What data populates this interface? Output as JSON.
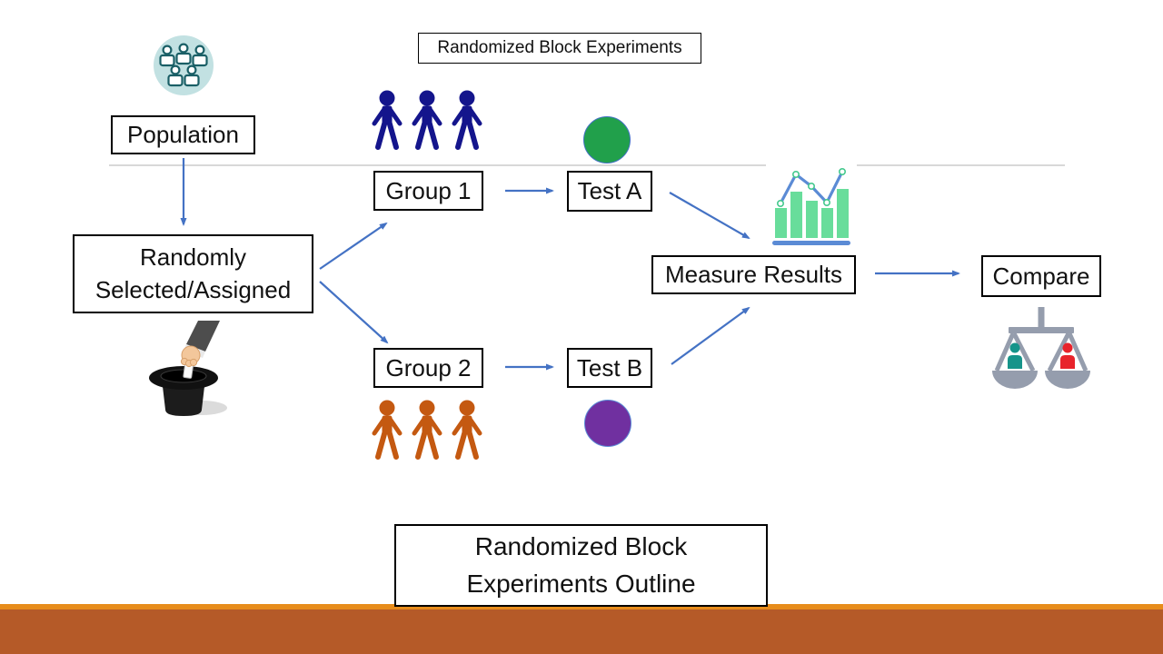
{
  "header": {
    "title": "Randomized Block Experiments"
  },
  "nodes": {
    "population": {
      "label": "Population"
    },
    "randomly": {
      "lines": [
        "Randomly",
        "Selected/Assigned"
      ]
    },
    "group1": {
      "label": "Group 1"
    },
    "group2": {
      "label": "Group 2"
    },
    "test_a": {
      "label": "Test A"
    },
    "test_b": {
      "label": "Test B"
    },
    "measure": {
      "label": "Measure Results"
    },
    "compare": {
      "label": "Compare"
    }
  },
  "footer": {
    "lines": [
      "Randomized Block",
      "Experiments Outline"
    ]
  },
  "icons": {
    "population": "population-people-icon",
    "hat": "magician-hat-draw-icon",
    "chart": "bar-line-chart-icon",
    "scale": "balance-scale-icon",
    "group1_figures": "blue-stick-figures",
    "group2_figures": "orange-stick-figures",
    "test_a_marker": "green-circle",
    "test_b_marker": "purple-circle"
  },
  "colors": {
    "arrow": "#4472C4",
    "baseline": "#D8D8D8",
    "figure_blue": "#14158C",
    "figure_orange": "#C45911",
    "circle_green": "#21A04B",
    "circle_purple": "#7030A0",
    "population_icon_bg": "#C2E1E2",
    "population_icon_stroke": "#1A5F66",
    "chart_bar": "#68DD9B",
    "chart_line": "#5B8BD5",
    "scale_gray": "#959DAD",
    "scale_person_left": "#16948A",
    "scale_person_right": "#E8232B",
    "footer_strip": "#E78C1B",
    "footer_main": "#B55A28"
  }
}
